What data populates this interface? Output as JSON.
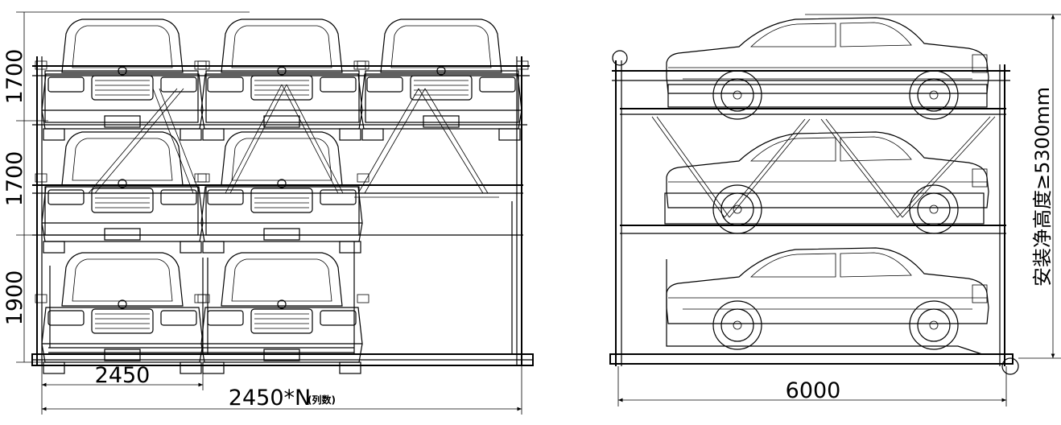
{
  "front_view": {
    "row_heights": [
      "1700",
      "1700",
      "1900"
    ],
    "bay_width": "2450",
    "total_width": "2450*N",
    "total_width_note": "(列数)"
  },
  "side_view": {
    "length": "6000",
    "height_label": "安装净高度≥5300mm"
  }
}
